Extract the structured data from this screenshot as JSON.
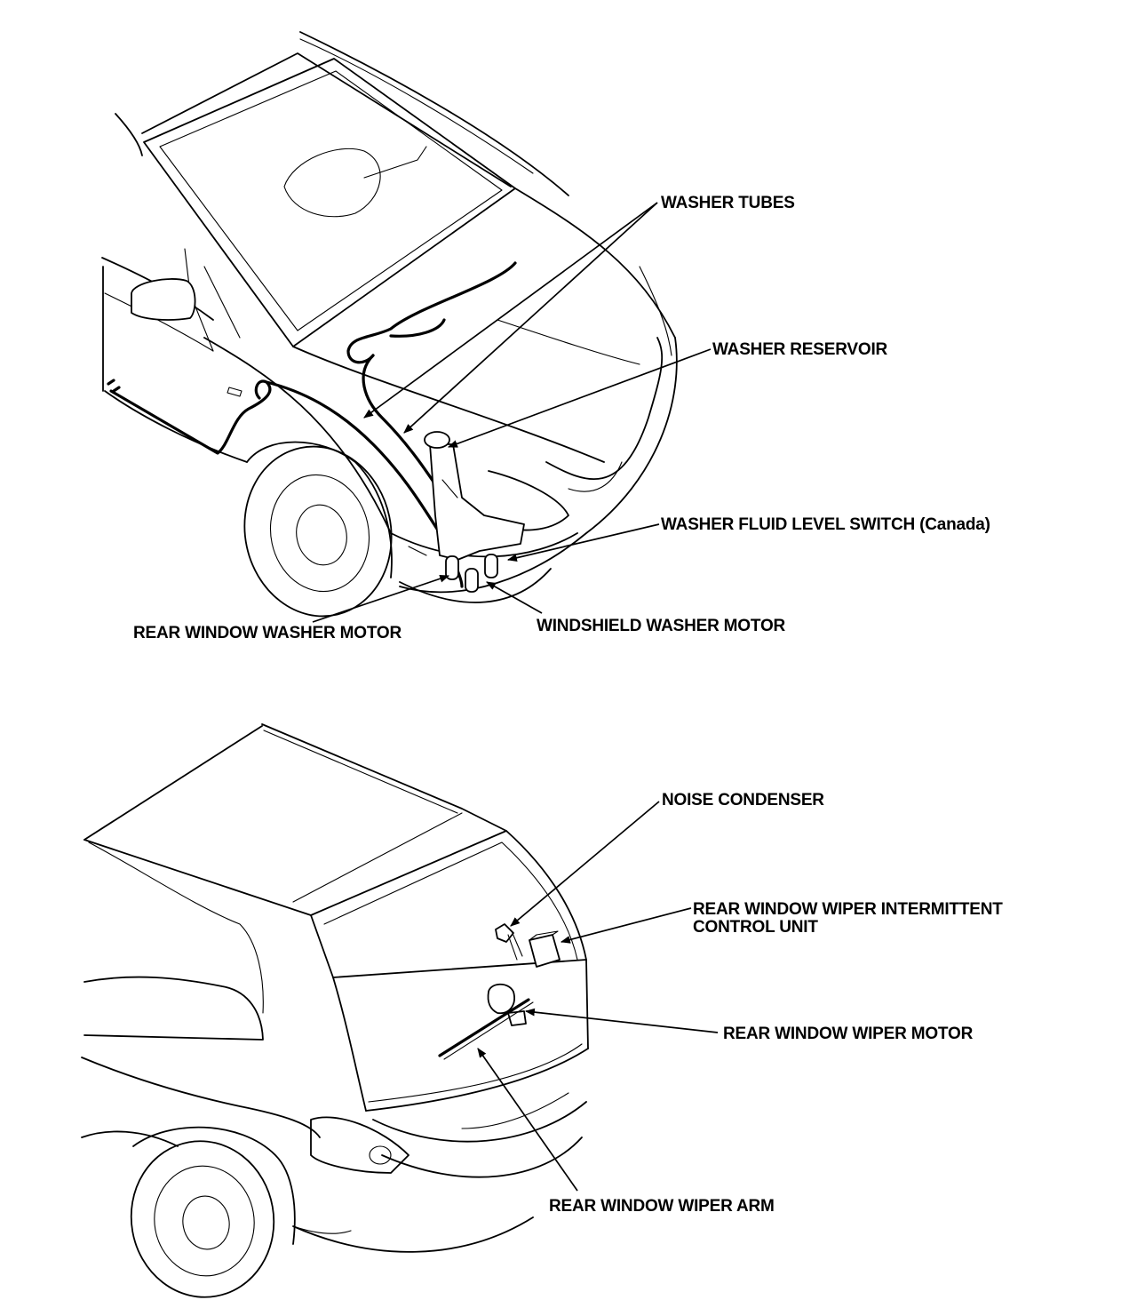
{
  "labels": {
    "washer_tubes": "WASHER TUBES",
    "washer_reservoir": "WASHER RESERVOIR",
    "fluid_level_switch": "WASHER FLUID LEVEL SWITCH (Canada)",
    "rear_window_washer_motor": "REAR WINDOW WASHER MOTOR",
    "windshield_washer_motor": "WINDSHIELD WASHER MOTOR",
    "noise_condenser": "NOISE CONDENSER",
    "rear_wiper_control_unit_line1": "REAR WINDOW WIPER INTERMITTENT",
    "rear_wiper_control_unit_line2": "CONTROL UNIT",
    "rear_window_wiper_motor": "REAR WINDOW WIPER MOTOR",
    "rear_window_wiper_arm": "REAR WINDOW WIPER ARM"
  },
  "colors": {
    "ink": "#000000",
    "paper": "#ffffff"
  }
}
